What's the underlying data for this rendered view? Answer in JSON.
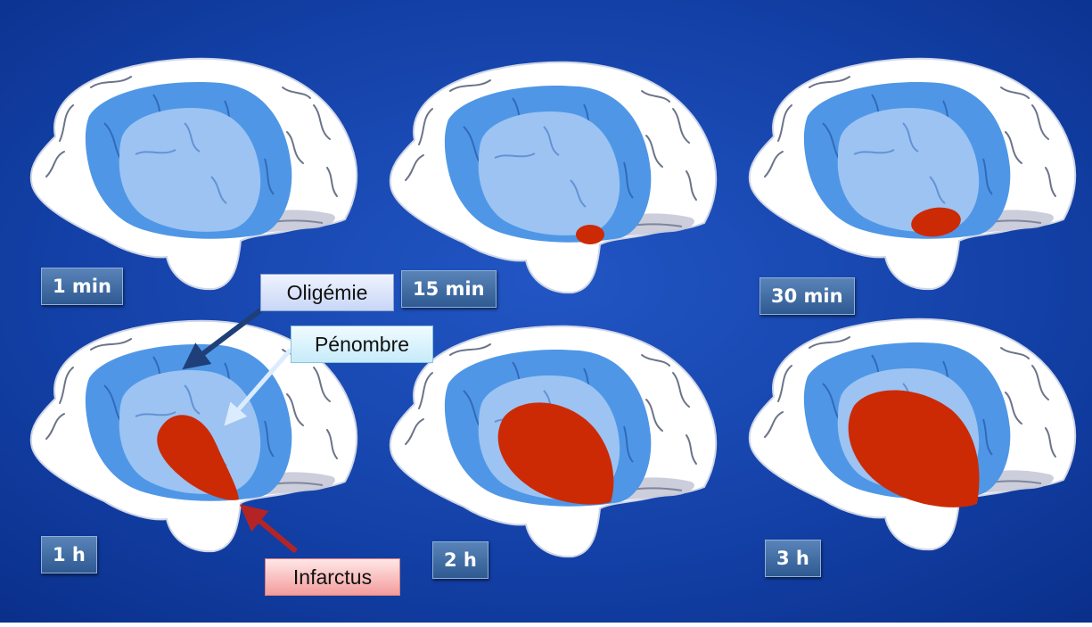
{
  "stages": [
    {
      "time": "1 min"
    },
    {
      "time": "15 min"
    },
    {
      "time": "30 min"
    },
    {
      "time": "1 h"
    },
    {
      "time": "2 h"
    },
    {
      "time": "3 h"
    }
  ],
  "annotations": {
    "oligemia": "Oligémie",
    "penumbra": "Pénombre",
    "infarct": "Infarctus"
  },
  "colors": {
    "background": "#0f3fa8",
    "brain": "#ffffff",
    "oligemia": "#4f97e6",
    "penumbra": "#9cc3f2",
    "infarct": "#cc2a05",
    "arrow_oligemia": "#1f3f78",
    "arrow_penumbra": "#dcecff",
    "arrow_infarct": "#b52424"
  }
}
